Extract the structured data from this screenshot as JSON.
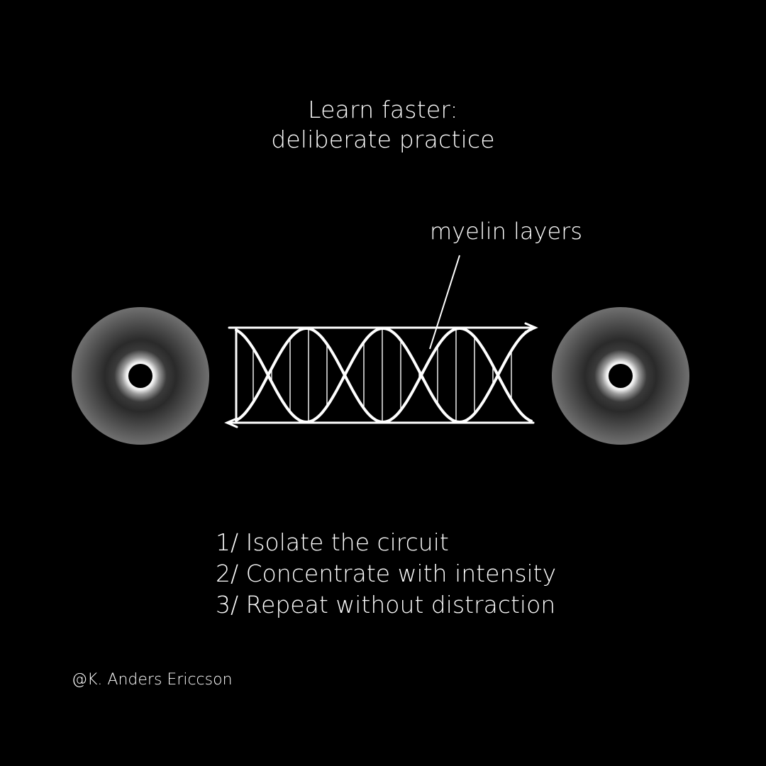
{
  "title": {
    "line1": "Learn faster:",
    "line2": "deliberate practice"
  },
  "callout": {
    "label": "myelin layers"
  },
  "steps": [
    "1/ Isolate the circuit",
    "2/ Concentrate with intensity",
    "3/ Repeat without distraction"
  ],
  "credit": "@K. Anders Ericcson",
  "colors": {
    "background": "#000000",
    "foreground": "#ffffff",
    "neuron_outer": "#6b6b6b"
  },
  "icons": {
    "left_node": "neuron-node-icon",
    "right_node": "neuron-node-icon"
  }
}
